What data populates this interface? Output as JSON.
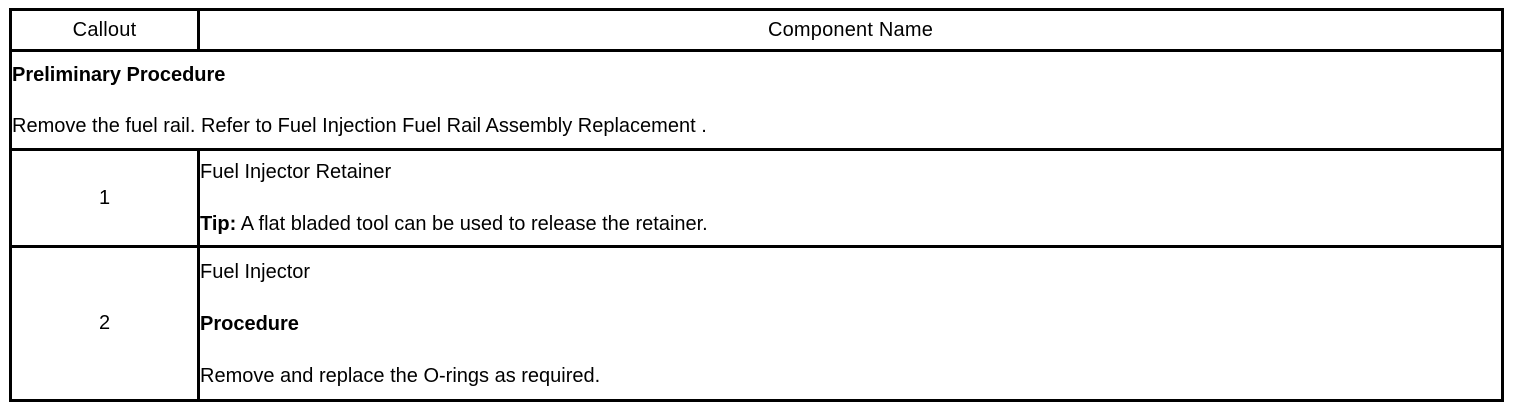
{
  "table": {
    "columns": [
      {
        "key": "callout",
        "label": "Callout"
      },
      {
        "key": "component_name",
        "label": "Component Name"
      }
    ],
    "preliminary": {
      "title": "Preliminary Procedure",
      "body": "Remove the fuel rail. Refer to Fuel Injection Fuel Rail Assembly Replacement ."
    },
    "rows": [
      {
        "callout": "1",
        "name": "Fuel Injector Retainer",
        "note_lead": "Tip:",
        "note_text": " A flat bladed tool can be used to release the retainer."
      },
      {
        "callout": "2",
        "name": "Fuel Injector",
        "subhead": "Procedure",
        "detail": "Remove and replace the O-rings as required."
      }
    ]
  },
  "style": {
    "border_color": "#000000",
    "text_color": "#000000",
    "background": "#ffffff"
  }
}
